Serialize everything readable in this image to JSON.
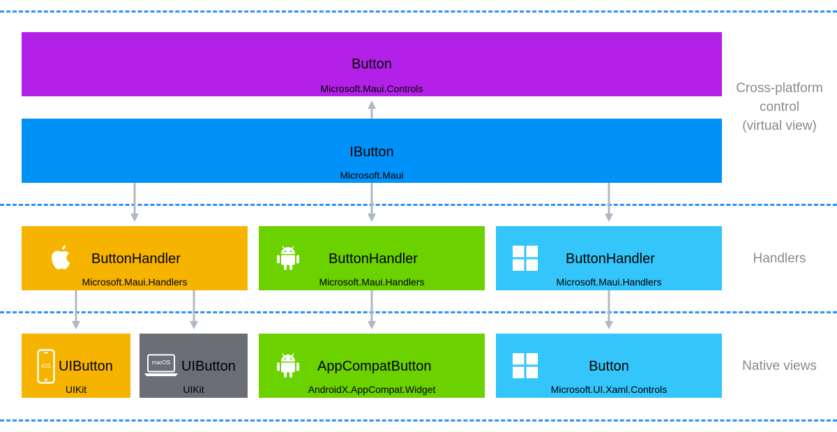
{
  "layers": {
    "cross_platform": "Cross-platform\ncontrol\n(virtual view)",
    "handlers": "Handlers",
    "native_views": "Native views"
  },
  "button": {
    "title": "Button",
    "namespace": "Microsoft.Maui.Controls",
    "color": "#b321e8"
  },
  "ibutton": {
    "title": "IButton",
    "namespace": "Microsoft.Maui",
    "color": "#0092f8"
  },
  "handlers": {
    "ios": {
      "title": "ButtonHandler",
      "namespace": "Microsoft.Maui.Handlers",
      "icon": "apple-icon",
      "color": "#f6b300"
    },
    "android": {
      "title": "ButtonHandler",
      "namespace": "Microsoft.Maui.Handlers",
      "icon": "android-icon",
      "color": "#6bd200"
    },
    "windows": {
      "title": "ButtonHandler",
      "namespace": "Microsoft.Maui.Handlers",
      "icon": "windows-icon",
      "color": "#34c5fb"
    }
  },
  "native": {
    "ios": {
      "title": "UIButton",
      "namespace": "UIKit",
      "badge": "iOS",
      "icon": "phone-icon",
      "color": "#f6b300"
    },
    "macos": {
      "title": "UIButton",
      "namespace": "UIKit",
      "badge": "macOS",
      "icon": "laptop-icon",
      "color": "#6b6e74"
    },
    "android": {
      "title": "AppCompatButton",
      "namespace": "AndroidX.AppCompat.Widget",
      "icon": "android-icon",
      "color": "#6bd200"
    },
    "windows": {
      "title": "Button",
      "namespace": "Microsoft.UI.Xaml.Controls",
      "icon": "windows-icon",
      "color": "#34c5fb"
    }
  },
  "colors": {
    "dashed_line": "#2e8ff5",
    "arrow": "#b0b8c3",
    "side_label": "#8a8a8a"
  }
}
